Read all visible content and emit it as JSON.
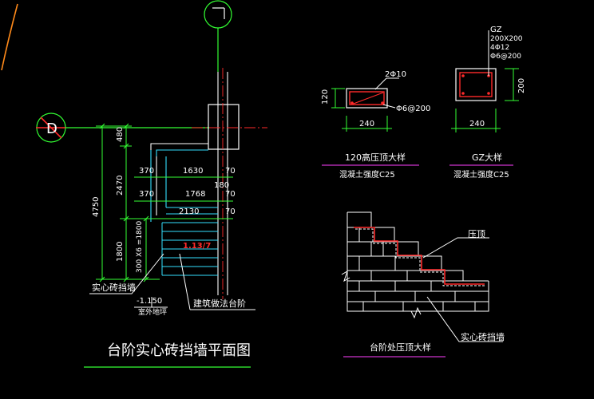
{
  "colors": {
    "background": "#000000",
    "line_white": "#ffffff",
    "line_green": "#33ff33",
    "line_cyan": "#33e0ff",
    "line_red": "#ff2a2a",
    "line_magenta": "#cc33cc",
    "line_orange": "#ff8a1a",
    "line_yellow": "#e8e800"
  },
  "axes": {
    "top_axis_label": "7",
    "left_axis_label": "D"
  },
  "plan": {
    "dim_480": "480",
    "dim_2470": "2470",
    "dim_4750": "4750",
    "dim_1800": "1800",
    "dim_steps": "300 X6 =1800",
    "dim_370a": "370",
    "dim_1630": "1630",
    "dim_70a": "70",
    "dim_370b": "370",
    "dim_1768": "1768",
    "dim_180": "180",
    "dim_70b": "70",
    "dim_2130": "2130",
    "dim_70c": "70",
    "slope": "1.13/7",
    "label_wall": "实心砖挡墙",
    "elev": "-1.150",
    "elev_label": "室外地坪",
    "label_building": "建筑做法台阶",
    "title": "台阶实心砖挡墙平面图"
  },
  "beam_detail": {
    "rebar_top": "2Φ10",
    "stirrup": "Φ6@200",
    "dim_h": "120",
    "dim_w": "240",
    "title": "120高压顶大样",
    "concrete": "混凝土强度C25"
  },
  "gz_detail": {
    "code": "GZ",
    "size": "200X200",
    "rebar": "4Φ12",
    "stirrup": "Φ6@200",
    "dim_h": "200",
    "dim_w": "240",
    "title": "GZ大样",
    "concrete": "混凝土强度C25"
  },
  "step_detail": {
    "label_cap": "压顶",
    "label_wall": "实心砖挡墙",
    "title": "台阶处压顶大样"
  }
}
